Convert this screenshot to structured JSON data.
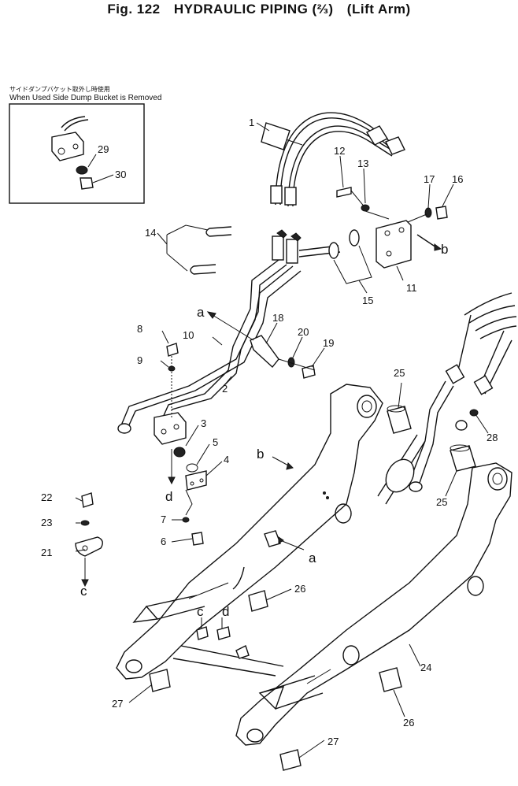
{
  "header": {
    "jp_line": "",
    "fig_label": "Fig. 122",
    "title": "HYDRAULIC PIPING (⅔)",
    "subtitle": "(Lift Arm)"
  },
  "inset": {
    "jp_note": "サイドダンプバケット取外し時使用",
    "en_note": "When Used Side Dump Bucket is Removed",
    "callouts": [
      "29",
      "30"
    ]
  },
  "callouts": {
    "c1": "1",
    "c2": "2",
    "c3": "3",
    "c4": "4",
    "c5": "5",
    "c6": "6",
    "c7": "7",
    "c8": "8",
    "c9": "9",
    "c10": "10",
    "c11": "11",
    "c12": "12",
    "c13": "13",
    "c14": "14",
    "c15": "15",
    "c16": "16",
    "c17": "17",
    "c18": "18",
    "c19": "19",
    "c20": "20",
    "c21": "21",
    "c22": "22",
    "c23": "23",
    "c24": "24",
    "c25a": "25",
    "c25b": "25",
    "c26a": "26",
    "c26b": "26",
    "c27a": "27",
    "c27b": "27",
    "c28": "28"
  },
  "refs": {
    "a1": "a",
    "a2": "a",
    "b1": "b",
    "b2": "b",
    "c_1": "c",
    "c_2": "c",
    "d_1": "d",
    "d_2": "d"
  }
}
